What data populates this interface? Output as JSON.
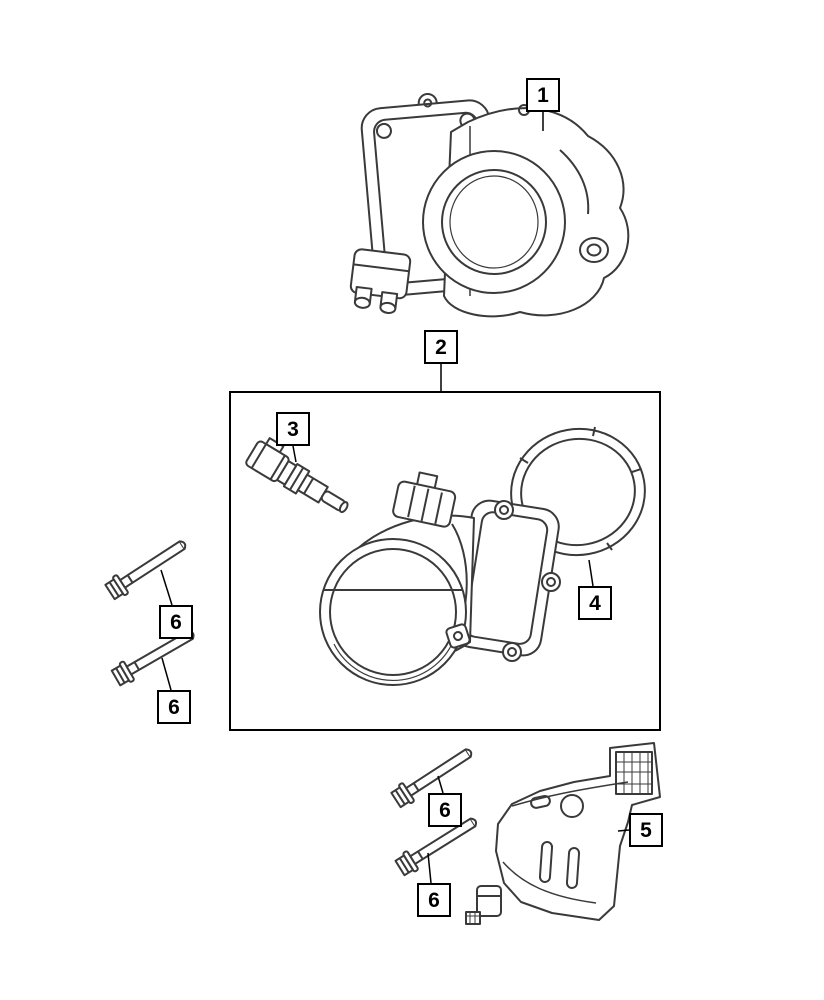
{
  "diagram": {
    "background_color": "#ffffff",
    "line_color": "#3a3a3a",
    "callout_border_color": "#000000",
    "callouts": {
      "c1": {
        "label": "1"
      },
      "c2": {
        "label": "2"
      },
      "c3": {
        "label": "3"
      },
      "c4": {
        "label": "4"
      },
      "c5": {
        "label": "5"
      },
      "c6a": {
        "label": "6"
      },
      "c6b": {
        "label": "6"
      },
      "c6c": {
        "label": "6"
      },
      "c6d": {
        "label": "6"
      }
    },
    "figures": {
      "part1": "throttle-body",
      "part2": "throttle-body-assembly-group",
      "part3": "sensor",
      "part4": "gasket-seal",
      "part5": "mounting-bracket",
      "part6": "hex-flange-bolt"
    }
  }
}
